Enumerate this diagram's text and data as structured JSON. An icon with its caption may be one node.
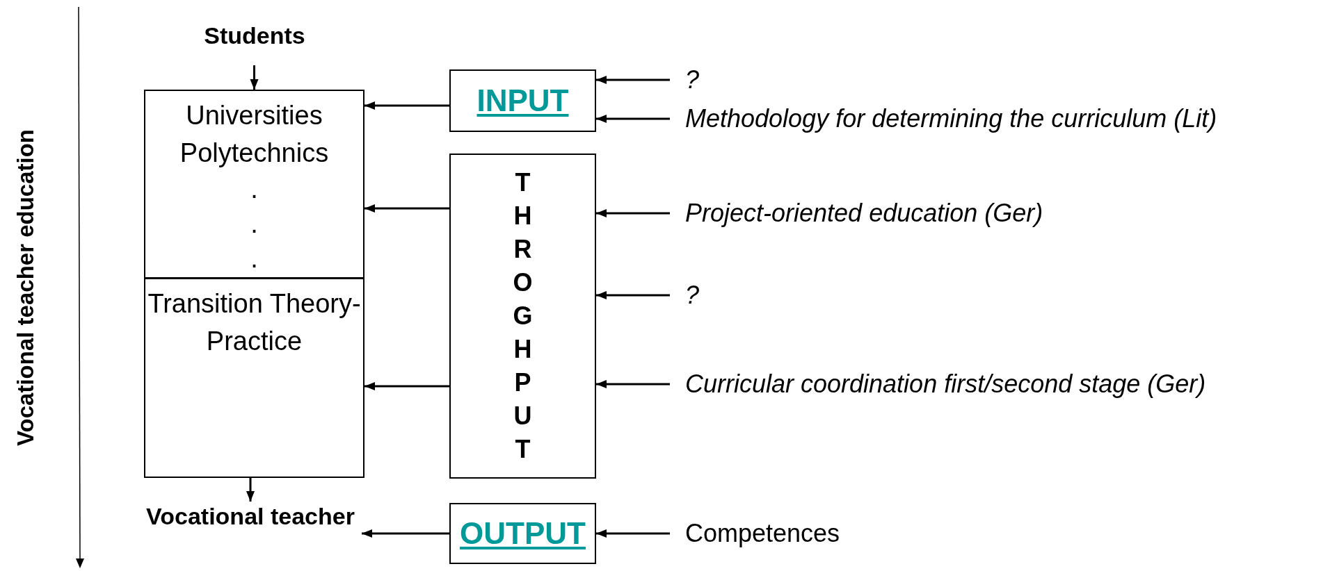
{
  "diagram": {
    "nodes": [
      {
        "text": [
          "Students"
        ]
      },
      {
        "text": [
          "Universities Polytechnics",
          ".",
          ".",
          "."
        ]
      },
      {
        "text": [
          "Transition Theory-Practice"
        ]
      },
      {
        "text": [
          "Vocational teacher"
        ]
      },
      {
        "text": [
          "INPUT"
        ]
      },
      {
        "text": [
          "THROGHPUT"
        ]
      },
      {
        "text": [
          "OUTPUT"
        ]
      },
      {
        "text": [
          "?"
        ]
      },
      {
        "text": [
          "Methodology for determining the curriculum (Lit)"
        ]
      },
      {
        "text": [
          "Project-oriented education (Ger)"
        ]
      },
      {
        "text": [
          "?"
        ]
      },
      {
        "text": [
          "Curricular coordination first/second stage (Ger)"
        ]
      },
      {
        "text": [
          "Competences"
        ]
      }
    ],
    "edges": [
      {
        "from": 0,
        "to": 1,
        "arrow": "to"
      },
      {
        "from": 2,
        "to": 3,
        "arrow": "to"
      },
      {
        "from": 4,
        "to": 1,
        "arrow": "to"
      },
      {
        "from": 5,
        "to": 1,
        "arrow": "to"
      },
      {
        "from": 5,
        "to": 2,
        "arrow": "to"
      },
      {
        "from": 6,
        "to": 3,
        "arrow": "to"
      },
      {
        "from": 7,
        "to": 4,
        "arrow": "to"
      },
      {
        "from": 8,
        "to": 4,
        "arrow": "to"
      },
      {
        "from": 9,
        "to": 5,
        "arrow": "to"
      },
      {
        "from": 10,
        "to": 5,
        "arrow": "to"
      },
      {
        "from": 11,
        "to": 5,
        "arrow": "to"
      },
      {
        "from": 12,
        "to": 6,
        "arrow": "to"
      }
    ],
    "labels": [
      "Vocational teacher education"
    ]
  }
}
